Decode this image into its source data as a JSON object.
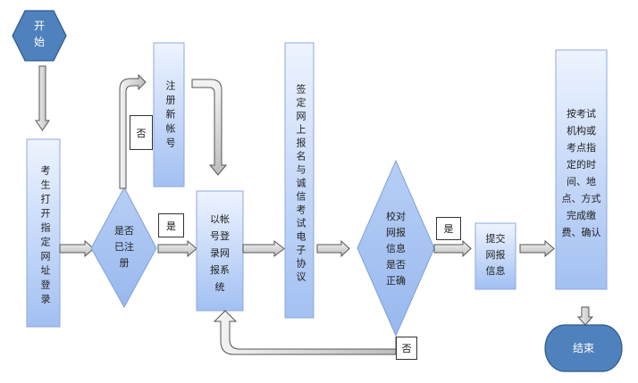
{
  "diagram": {
    "colors": {
      "terminal_fill": "#4f81bd",
      "terminal_stroke": "#2f5a8e",
      "process_fill_top": "#e6efff",
      "process_fill_bottom": "#a4c2f4",
      "process_stroke": "#8eaadb",
      "arrow_fill": "#d9d9d9",
      "arrow_stroke": "#555555"
    },
    "nodes": {
      "start": {
        "type": "hexagon",
        "label_line1": "开",
        "label_line2": "始"
      },
      "open_site": {
        "type": "process",
        "label": "考生打开指定网址登录"
      },
      "is_registered": {
        "type": "decision",
        "label_line1": "是否",
        "label_line2": "已注",
        "label_line3": "册"
      },
      "register": {
        "type": "process",
        "label": "注册新帐号"
      },
      "login_system": {
        "type": "process",
        "label_line1": "以帐",
        "label_line2": "号登",
        "label_line3": "录网",
        "label_line4": "报系",
        "label_line5": "统"
      },
      "sign_agreement": {
        "type": "process",
        "label": "签定网上报名与诚信考试电子协议"
      },
      "verify_info": {
        "type": "decision",
        "label_line1": "校对",
        "label_line2": "网报",
        "label_line3": "信息",
        "label_line4": "是否",
        "label_line5": "正确"
      },
      "submit_info": {
        "type": "process",
        "label_line1": "提交",
        "label_line2": "网报",
        "label_line3": "信息"
      },
      "pay_confirm": {
        "type": "process",
        "label_line1": "按考试",
        "label_line2": "机构或",
        "label_line3": "考点指",
        "label_line4": "定的时",
        "label_line5": "间、地",
        "label_line6": "点、方式",
        "label_line7": "完成缴",
        "label_line8": "费、确认"
      },
      "end": {
        "type": "terminal",
        "label": "结束"
      }
    },
    "edge_labels": {
      "registered_no": "否",
      "registered_yes": "是",
      "verify_yes": "是",
      "verify_no": "否"
    }
  }
}
